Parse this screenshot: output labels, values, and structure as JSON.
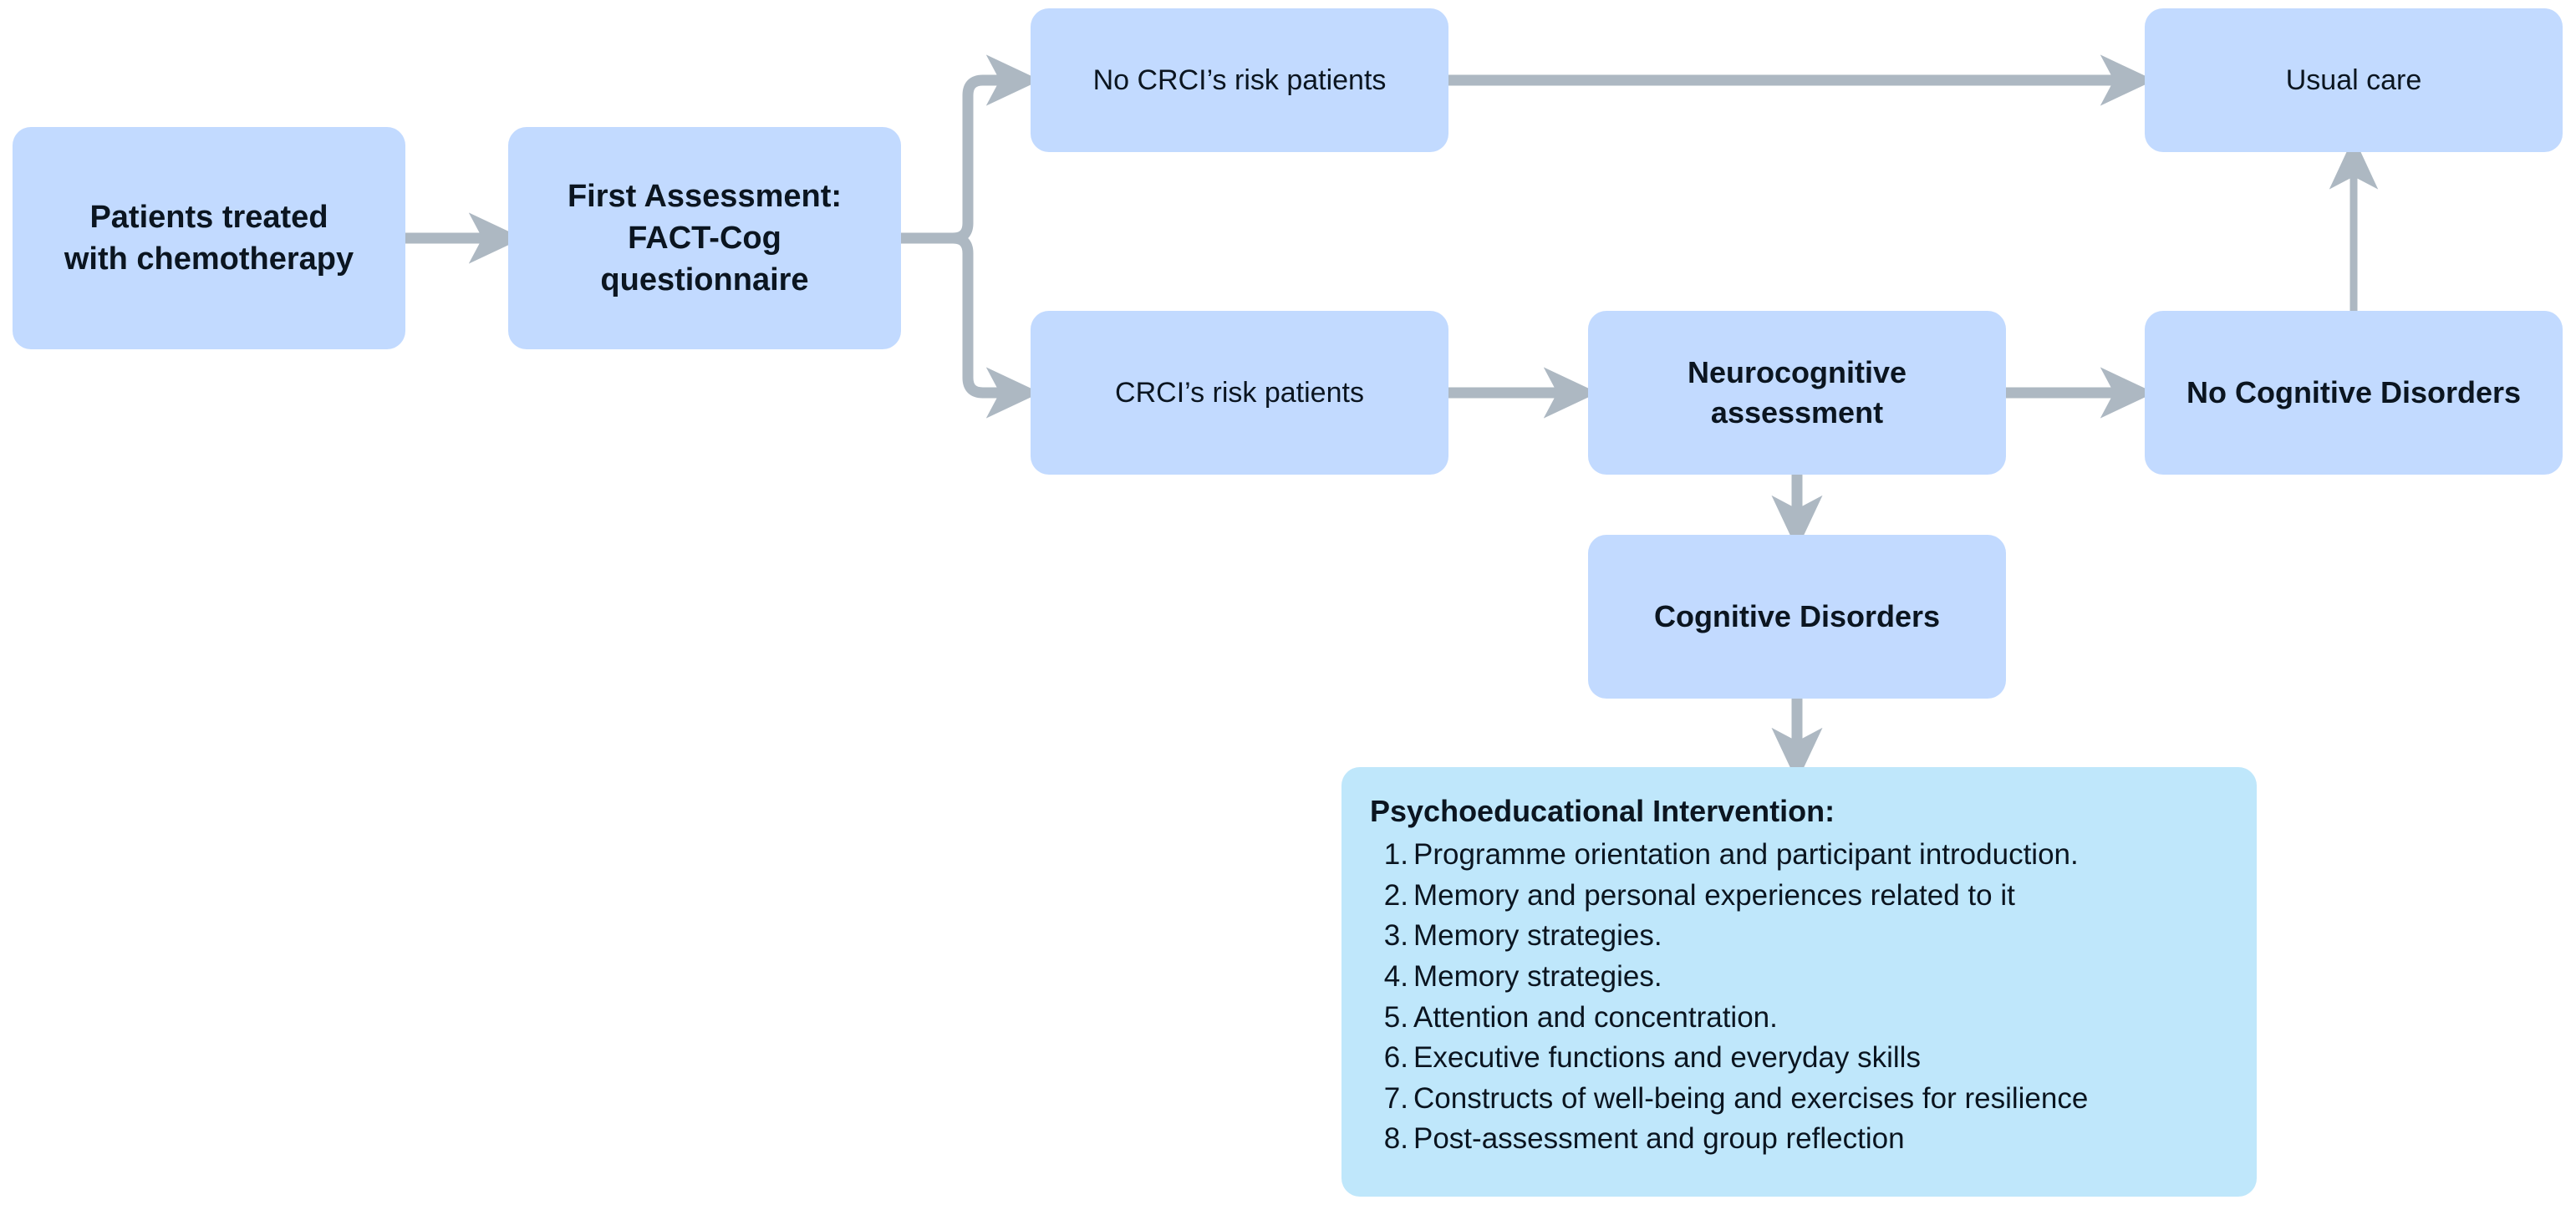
{
  "diagram": {
    "title": "CRCI screening and psychoeducational intervention flowchart",
    "colors": {
      "node_fill": "#c2daff",
      "intervention_fill": "#bfe7fb",
      "connector": "#adb8c2",
      "text": "#0b1520",
      "background": "#ffffff"
    },
    "nodes": {
      "patients": {
        "label_line1": "Patients treated",
        "label_line2": "with chemotherapy",
        "weight": "bold"
      },
      "first_assessment": {
        "label_line1": "First Assessment:",
        "label_line2": "FACT-Cog",
        "label_line3": "questionnaire",
        "weight": "bold"
      },
      "no_crci_risk": {
        "label": "No CRCI’s risk patients",
        "weight": "normal"
      },
      "usual_care": {
        "label": "Usual care",
        "weight": "normal"
      },
      "crci_risk": {
        "label": "CRCI’s risk patients",
        "weight": "normal"
      },
      "neurocognitive_assessment": {
        "label_line1": "Neurocognitive",
        "label_line2": "assessment",
        "weight": "bold"
      },
      "no_cognitive_disorders": {
        "label": "No Cognitive Disorders",
        "weight": "bold"
      },
      "cognitive_disorders": {
        "label": "Cognitive Disorders",
        "weight": "bold"
      }
    },
    "intervention": {
      "title": "Psychoeducational Intervention:",
      "items": [
        {
          "num": "1.",
          "text": "Programme orientation and participant introduction."
        },
        {
          "num": "2.",
          "text": "Memory and personal experiences related to it"
        },
        {
          "num": "3.",
          "text": "Memory strategies."
        },
        {
          "num": "4.",
          "text": "Memory strategies."
        },
        {
          "num": "5.",
          "text": "Attention and concentration."
        },
        {
          "num": "6.",
          "text": "Executive functions and everyday skills"
        },
        {
          "num": "7.",
          "text": "Constructs of well-being and exercises for resilience"
        },
        {
          "num": "8.",
          "text": "Post-assessment and group reflection"
        }
      ]
    },
    "edges": [
      {
        "id": "patients-to-first-assessment",
        "from": "patients",
        "to": "first_assessment",
        "kind": "arrow-right"
      },
      {
        "id": "first-assessment-to-no-crci",
        "from": "first_assessment",
        "to": "no_crci_risk",
        "kind": "branch-up-right"
      },
      {
        "id": "first-assessment-to-crci",
        "from": "first_assessment",
        "to": "crci_risk",
        "kind": "branch-down-right"
      },
      {
        "id": "no-crci-to-usual-care",
        "from": "no_crci_risk",
        "to": "usual_care",
        "kind": "arrow-right"
      },
      {
        "id": "crci-to-neurocognitive",
        "from": "crci_risk",
        "to": "neurocognitive_assessment",
        "kind": "arrow-right"
      },
      {
        "id": "neurocognitive-to-no-cognitive-disorders",
        "from": "neurocognitive_assessment",
        "to": "no_cognitive_disorders",
        "kind": "arrow-right"
      },
      {
        "id": "no-cognitive-disorders-to-usual-care",
        "from": "no_cognitive_disorders",
        "to": "usual_care",
        "kind": "arrow-up"
      },
      {
        "id": "neurocognitive-to-cognitive-disorders",
        "from": "neurocognitive_assessment",
        "to": "cognitive_disorders",
        "kind": "arrow-down"
      },
      {
        "id": "cognitive-disorders-to-intervention",
        "from": "cognitive_disorders",
        "to": "intervention",
        "kind": "arrow-down"
      }
    ]
  }
}
